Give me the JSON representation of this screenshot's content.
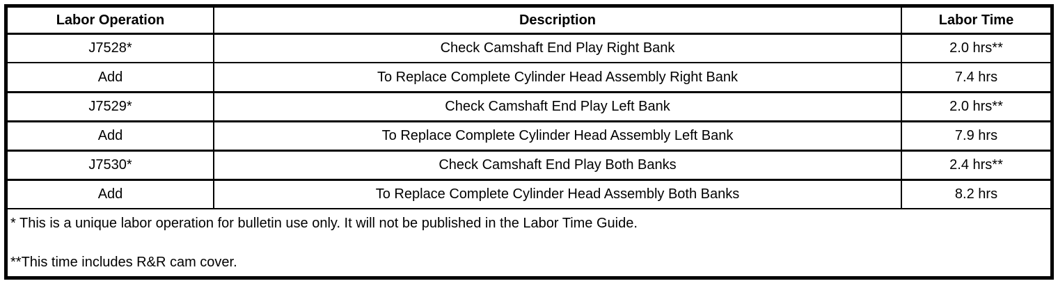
{
  "colors": {
    "border": "#000000",
    "text": "#000000",
    "background": "#ffffff"
  },
  "table": {
    "columns": [
      "Labor Operation",
      "Description",
      "Labor Time"
    ],
    "rows": [
      {
        "operation": "J7528*",
        "description": "Check Camshaft End Play Right Bank",
        "time": "2.0 hrs**"
      },
      {
        "operation": "Add",
        "description": "To Replace Complete Cylinder Head Assembly Right Bank",
        "time": "7.4 hrs"
      },
      {
        "operation": "J7529*",
        "description": "Check Camshaft End Play Left Bank",
        "time": "2.0 hrs**"
      },
      {
        "operation": "Add",
        "description": "To Replace Complete Cylinder Head Assembly Left Bank",
        "time": "7.9 hrs"
      },
      {
        "operation": "J7530*",
        "description": "Check Camshaft End Play Both Banks",
        "time": "2.4 hrs**"
      },
      {
        "operation": "Add",
        "description": "To Replace Complete Cylinder Head Assembly Both Banks",
        "time": "8.2 hrs"
      }
    ],
    "footnotes": [
      "* This is a unique labor operation for bulletin use only. It will not be published in the Labor Time Guide.",
      "**This time includes R&R cam cover."
    ]
  }
}
